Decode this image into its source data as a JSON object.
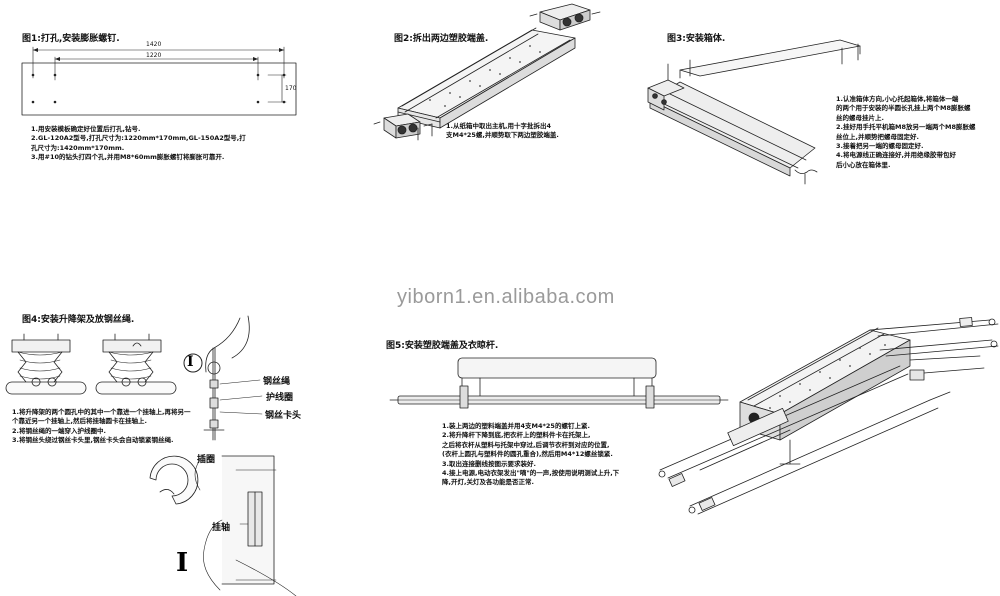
{
  "watermark": "yiborn1.en.alibaba.com",
  "step1": {
    "title": "图1:打孔,安装膨胀螺钉.",
    "dims": {
      "outer": "1420",
      "inner": "1220",
      "height": "170"
    },
    "notes": [
      "1.用安装模板确定好位置后打孔,钻号.",
      "2.GL-120A2型号,打孔尺寸为:1220mm*170mm,GL-150A2型号,打",
      "孔尺寸为:1420mm*170mm.",
      "3.用#10的钻头打四个孔,并用M8*60mm膨胀螺钉将膨胀可靠开."
    ]
  },
  "step2": {
    "title": "图2:拆出两边塑胶端盖.",
    "notes": [
      "1.从纸箱中取出主机,用十字批拆出4",
      "支M4*25螺,并顺势取下两边塑胶端盖."
    ]
  },
  "step3": {
    "title": "图3:安装箱体.",
    "notes": [
      "1.认准箱体方向,小心托起箱体,将箱体一端",
      "的两个用于安装的半圆长孔挂上两个M8膨胀螺",
      "丝的螺母挂片上.",
      "2.挂好用手托平机箱M8放另一端两个M8膨胀螺",
      "丝位上,并顺势把螺母固定好.",
      "3.接着把另一端的螺母固定好.",
      "4.将电源线正确连接好,并用绝缘胶带包好",
      "后小心放在箱体里."
    ]
  },
  "step4": {
    "title": "图4:安装升降架及放钢丝绳.",
    "callouts": {
      "rope": "钢丝绳",
      "sleeve": "护线圈",
      "clip": "钢丝卡头",
      "insert": "插圈",
      "axle": "挂轴"
    },
    "roman": "I",
    "notes": [
      "1.将升降架的两个圆孔中的其中一个靠进一个挂轴上,再将另一",
      "个靠近另一个挂轴上,然后将挂轴圆卡在挂轴上.",
      "2.将钢丝绳的一端穿入护线圈中.",
      "3.将钢丝头绕过钢丝卡头里,钢丝卡头会自动锁紧钢丝绳."
    ]
  },
  "step5": {
    "title": "图5:安装塑胶端盖及衣晾杆.",
    "notes": [
      "1.装上两边的塑料端盖并用4支M4*25的螺钉上紧.",
      "2.将升降杆下降到底,把衣杆上的塑料件卡在托架上,",
      "之后将衣杆从塑料与托架中穿过,后调节衣杆到对应的位置,",
      "(衣杆上圆孔与塑料件的圆孔重合),然后用M4*12螺丝锁紧.",
      "3.取出连接删线按图示要求装好.",
      "4.接上电源,电动衣架发出\"嘀\"的一声,按使用说明测试上升,下",
      "降,开灯,关灯及各功能是否正常."
    ]
  }
}
